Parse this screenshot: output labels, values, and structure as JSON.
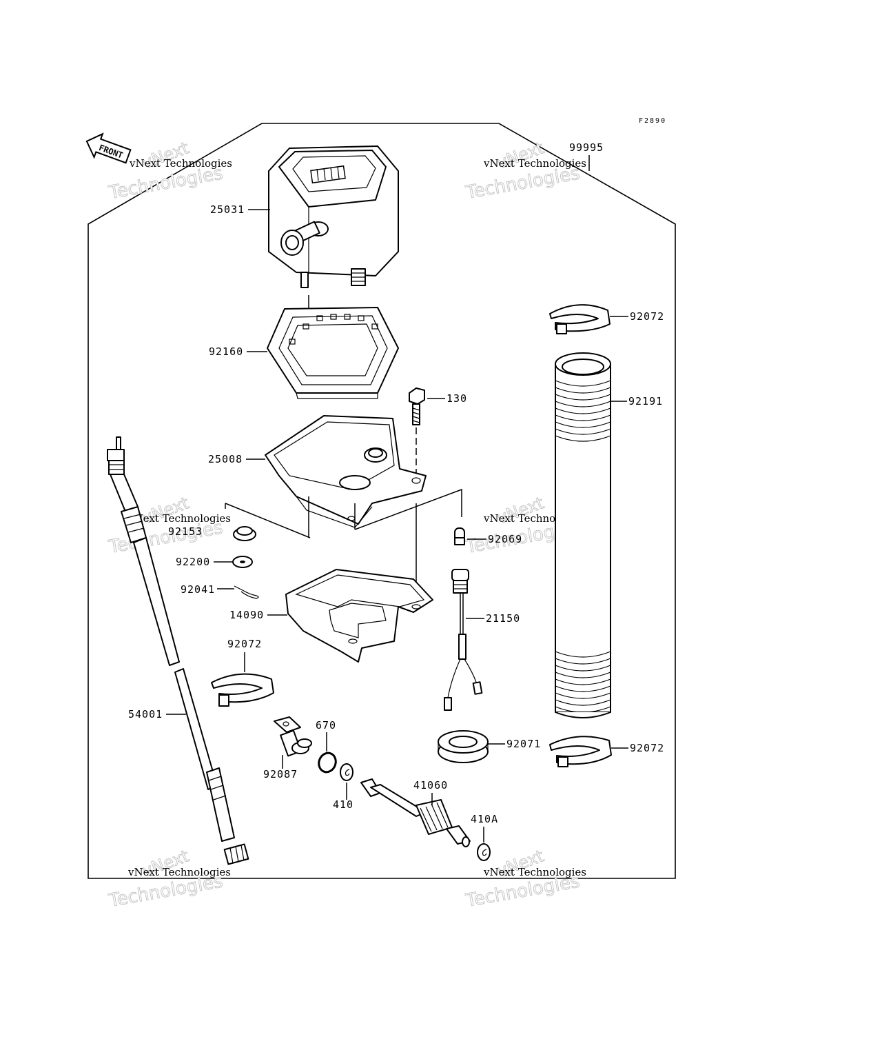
{
  "figure_code": "F2890",
  "front_label": "FRONT",
  "watermark": {
    "company": "vNext Technologies",
    "word1": "vNext",
    "word2": "Technologies"
  },
  "callouts": {
    "p99995": "99995",
    "p25031": "25031",
    "p92160": "92160",
    "p92072_top": "92072",
    "p92191": "92191",
    "p130": "130",
    "p25008": "25008",
    "p92069": "92069",
    "p92153": "92153",
    "p92200": "92200",
    "p92041": "92041",
    "p14090": "14090",
    "p21150": "21150",
    "p92072_left": "92072",
    "p54001": "54001",
    "p670": "670",
    "p92071": "92071",
    "p92072_bottom": "92072",
    "p92087": "92087",
    "p410": "410",
    "p41060": "41060",
    "p410A": "410A"
  }
}
